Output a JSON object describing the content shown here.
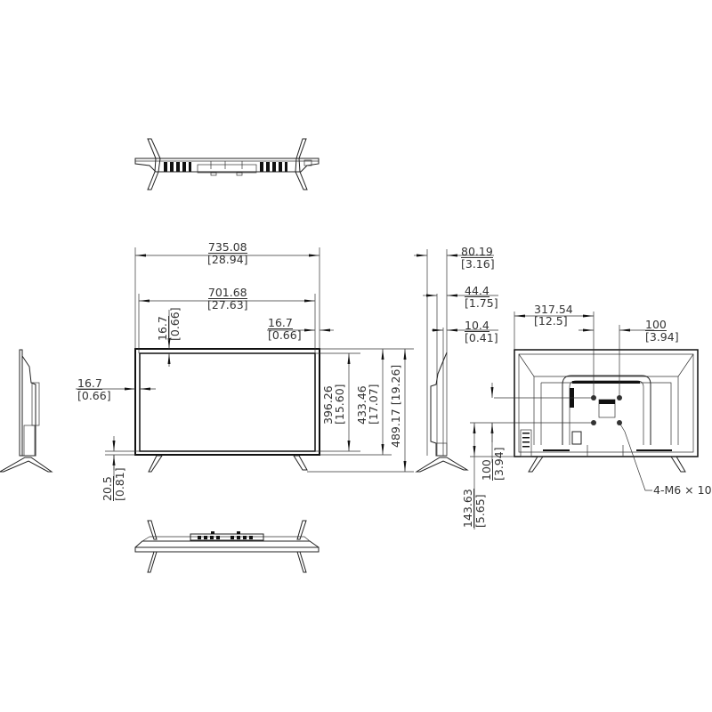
{
  "drawing": {
    "title": "TV dimensional drawing",
    "views": [
      "top-view",
      "front-view",
      "left-side-view",
      "right-side-view",
      "rear-view",
      "bottom-view"
    ],
    "line_color": "#222222",
    "background": "#ffffff"
  },
  "dimensions": {
    "overall_width": {
      "mm": "735.08",
      "in": "[28.94]"
    },
    "screen_width": {
      "mm": "701.68",
      "in": "[27.63]"
    },
    "bezel_top": {
      "mm": "16.7",
      "in": "[0.66]"
    },
    "bezel_right": {
      "mm": "16.7",
      "in": "[0.66]"
    },
    "bezel_left": {
      "mm": "16.7",
      "in": "[0.66]"
    },
    "screen_height": {
      "mm": "396.26",
      "in": "[15.60]"
    },
    "panel_height": {
      "mm": "433.46",
      "in": "[17.07]"
    },
    "overall_height": {
      "mm": "489.17",
      "in": "[19.26]"
    },
    "bottom_bezel_gap": {
      "mm": "20.5",
      "in": "[0.81]"
    },
    "depth_with_stand": {
      "mm": "80.19",
      "in": "[3.16]"
    },
    "depth_body": {
      "mm": "44.4",
      "in": "[1.75]"
    },
    "depth_panel": {
      "mm": "10.4",
      "in": "[0.41]"
    },
    "vesa_offset_x": {
      "mm": "317.54",
      "in": "[12.5]"
    },
    "vesa_horizontal": {
      "mm": "100",
      "in": "[3.94]"
    },
    "vesa_vertical": {
      "mm": "100",
      "in": "[3.94]"
    },
    "vesa_from_bottom": {
      "mm": "143.63",
      "in": "[5.65]"
    }
  },
  "annotations": {
    "screw_callout": "4-M6 × 10"
  }
}
